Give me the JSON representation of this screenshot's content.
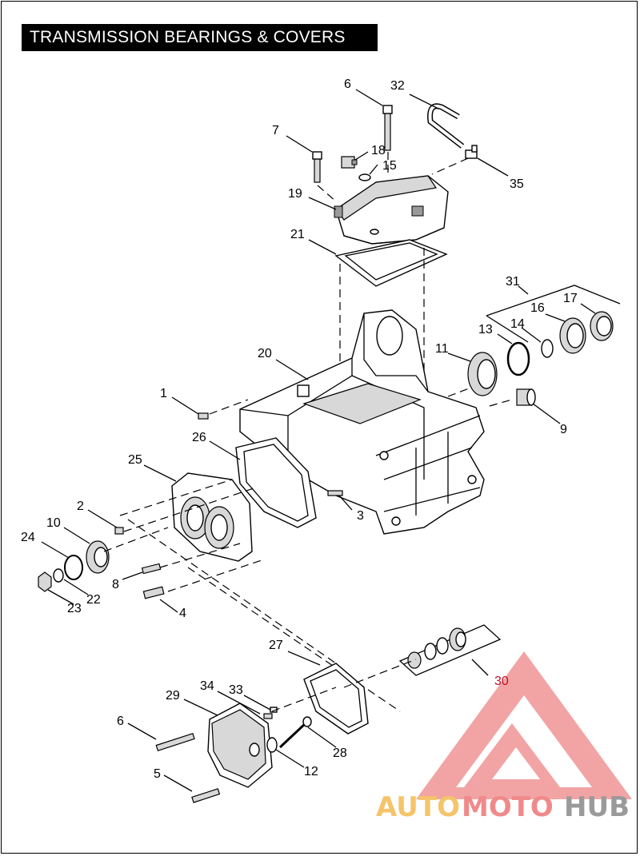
{
  "title": "TRANSMISSION BEARINGS & COVERS",
  "callouts": [
    {
      "id": "c6a",
      "label": "6"
    },
    {
      "id": "c32",
      "label": "32"
    },
    {
      "id": "c7",
      "label": "7"
    },
    {
      "id": "c18",
      "label": "18"
    },
    {
      "id": "c15",
      "label": "15"
    },
    {
      "id": "c35",
      "label": "35"
    },
    {
      "id": "c19",
      "label": "19"
    },
    {
      "id": "c21",
      "label": "21"
    },
    {
      "id": "c31",
      "label": "31"
    },
    {
      "id": "c16",
      "label": "16"
    },
    {
      "id": "c17",
      "label": "17"
    },
    {
      "id": "c13",
      "label": "13"
    },
    {
      "id": "c14",
      "label": "14"
    },
    {
      "id": "c20",
      "label": "20"
    },
    {
      "id": "c11",
      "label": "11"
    },
    {
      "id": "c1",
      "label": "1"
    },
    {
      "id": "c9",
      "label": "9"
    },
    {
      "id": "c26",
      "label": "26"
    },
    {
      "id": "c25",
      "label": "25"
    },
    {
      "id": "c2",
      "label": "2"
    },
    {
      "id": "c3",
      "label": "3"
    },
    {
      "id": "c10",
      "label": "10"
    },
    {
      "id": "c24",
      "label": "24"
    },
    {
      "id": "c8",
      "label": "8"
    },
    {
      "id": "c22",
      "label": "22"
    },
    {
      "id": "c23",
      "label": "23"
    },
    {
      "id": "c4",
      "label": "4"
    },
    {
      "id": "c27",
      "label": "27"
    },
    {
      "id": "c30",
      "label": "30"
    },
    {
      "id": "c34",
      "label": "34"
    },
    {
      "id": "c33",
      "label": "33"
    },
    {
      "id": "c29",
      "label": "29"
    },
    {
      "id": "c6b",
      "label": "6"
    },
    {
      "id": "c28",
      "label": "28"
    },
    {
      "id": "c12",
      "label": "12"
    },
    {
      "id": "c5",
      "label": "5"
    }
  ],
  "watermark": {
    "part1": "AUTO",
    "part2": "MOTO",
    "part3": "HUB",
    "color1": "#f5c46a",
    "color2": "#f08a8a",
    "color3": "#9a9a9a"
  }
}
